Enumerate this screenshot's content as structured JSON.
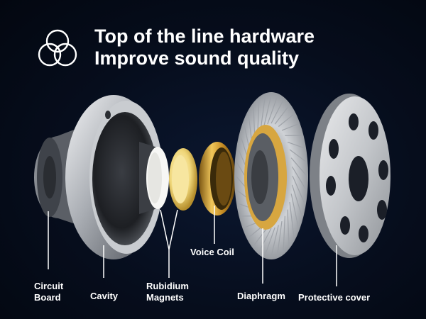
{
  "header": {
    "logo_icon": "three-overlapping-circles-icon",
    "title_line1": "Top of the line hardware",
    "title_line2": "Improve sound quality"
  },
  "labels": {
    "circuit_board_line1": "Circuit",
    "circuit_board_line2": "Board",
    "cavity": "Cavity",
    "rubidium_line1": "Rubidium",
    "rubidium_line2": "Magnets",
    "voice_coil": "Voice Coil",
    "diaphragm": "Diaphragm",
    "protective_cover": "Protective cover"
  },
  "colors": {
    "background": "#060d1c",
    "text": "#ffffff",
    "metal": "#b9bcc1",
    "gold": "#d9a63a",
    "magnet_yellow": "#f2dd8a"
  }
}
